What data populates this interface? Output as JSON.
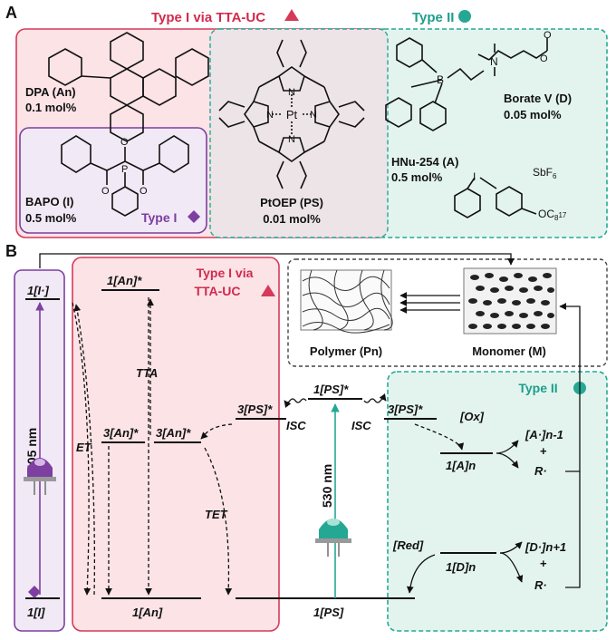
{
  "panelA": {
    "letter": "A",
    "type1_uc_title": "Type I via TTA-UC",
    "type2_title": "Type II",
    "type1_title": "Type I",
    "dpa": {
      "name": "DPA (An)",
      "amount": "0.1 mol%"
    },
    "bapo": {
      "name": "BAPO (I)",
      "amount": "0.5 mol%"
    },
    "ptoep": {
      "name": "PtOEP (PS)",
      "amount": "0.01 mol%",
      "metal": "Pt",
      "nitrogen": "N"
    },
    "hnu": {
      "name": "HNu-254 (A)",
      "amount": "0.5 mol%"
    },
    "borate": {
      "name": "Borate V (D)",
      "amount": "0.05 mol%"
    },
    "atoms": {
      "boron": "B",
      "iodine": "I",
      "phosphorus": "P",
      "oxygen": "O",
      "anion": "SbF",
      "substituent": "OC",
      "sub8": "8",
      "sub17": "17",
      "sub6": "6"
    }
  },
  "panelB": {
    "letter": "B",
    "type1_uc_title_line1": "Type I via",
    "type1_uc_title_line2": "TTA-UC",
    "type2_title": "Type II",
    "wavelength_violet": "405 nm",
    "wavelength_green": "530 nm",
    "states": {
      "I_excited": "1[I·]",
      "I_ground": "1[I]",
      "An_singlet_excited": "1[An]*",
      "An_triplet_1": "3[An]*",
      "An_triplet_2": "3[An]*",
      "An_ground": "1[An]",
      "PS_singlet_excited": "1[PS]*",
      "PS_triplet_left": "3[PS]*",
      "PS_triplet_right": "3[PS]*",
      "PS_ground": "1[PS]",
      "A_ground": "1[A]n",
      "D_ground": "1[D]n",
      "A_product": "[A·]n-1",
      "D_product": "[D·]n+1"
    },
    "processes": {
      "et": "ET",
      "tta": "TTA",
      "tet": "TET",
      "isc": "ISC",
      "ox": "[Ox]",
      "red": "[Red]"
    },
    "radical": "R·",
    "plus": "+",
    "polymer": "Polymer (Pn)",
    "monomer": "Monomer (M)"
  },
  "colors": {
    "type1_uc_border": "#d6395a",
    "type1_uc_fill": "#fbe3e6",
    "type2_border": "#25a893",
    "type2_fill": "#e3f4ef",
    "type1_border": "#7d3fa0",
    "type1_fill": "#f1e9f5",
    "ps_fill": "#ece4e6",
    "title_red": "#d12a4e",
    "title_teal": "#1d9e8c",
    "title_purple": "#7a3ea0"
  }
}
